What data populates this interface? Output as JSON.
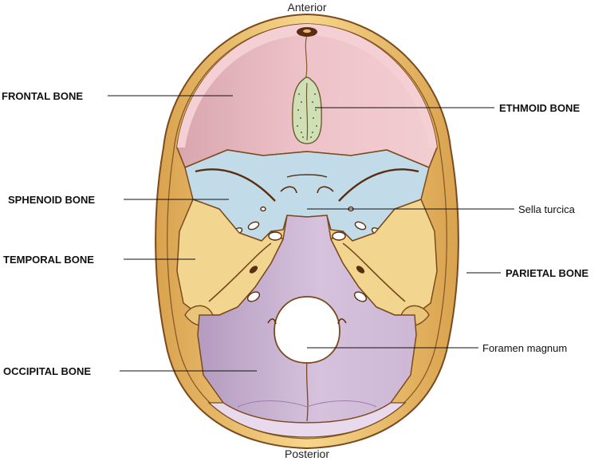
{
  "orientation": {
    "anterior": "Anterior",
    "posterior": "Posterior"
  },
  "labels": {
    "frontal_bone": "FRONTAL BONE",
    "ethmoid_bone": "ETHMOID BONE",
    "sphenoid_bone": "SPHENOID BONE",
    "sella_turcica": "Sella turcica",
    "temporal_bone": "TEMPORAL BONE",
    "parietal_bone": "PARIETAL BONE",
    "occipital_bone": "OCCIPITAL BONE",
    "foramen_magnum": "Foramen magnum"
  },
  "colors": {
    "frontal": "#ecc2c8",
    "frontal_rim": "#f3c9cd",
    "ethmoid": "#cfdfb6",
    "sphenoid": "#c2dbe8",
    "temporal": "#f2d58f",
    "parietal": "#f2cb77",
    "occipital": "#cdb6d6",
    "occipital_rim": "#e5d7ea",
    "outline": "#7a4a1e"
  }
}
